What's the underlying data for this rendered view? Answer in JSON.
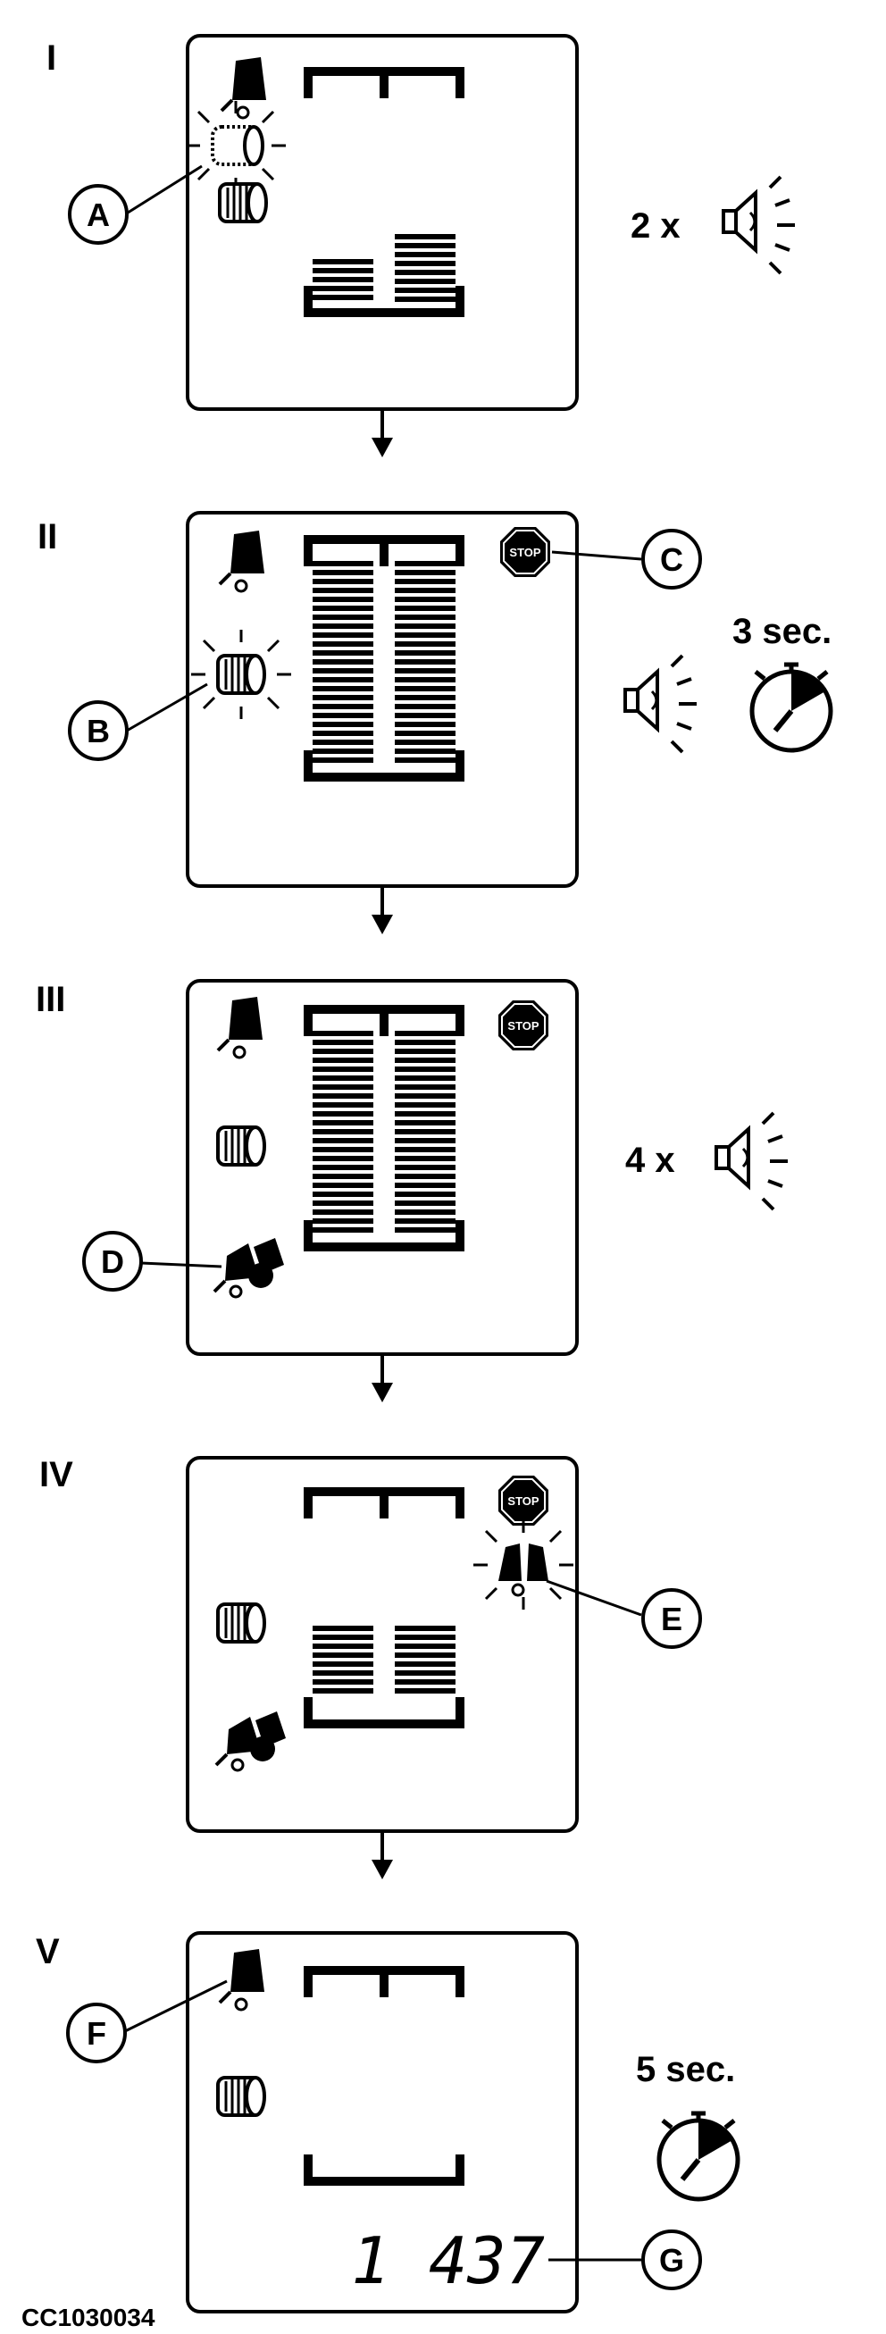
{
  "steps": [
    {
      "roman": "I",
      "callouts": [
        "A"
      ],
      "beep_label": "2 x"
    },
    {
      "roman": "II",
      "callouts": [
        "B",
        "C"
      ],
      "timer_label": "3 sec."
    },
    {
      "roman": "III",
      "callouts": [
        "D"
      ],
      "beep_label": "4 x"
    },
    {
      "roman": "IV",
      "callouts": [
        "E"
      ]
    },
    {
      "roman": "V",
      "callouts": [
        "F",
        "G"
      ],
      "timer_label": "5 sec.",
      "counter_value": "1 437"
    }
  ],
  "stop_sign_text": "STOP",
  "figure_code": "CC1030034"
}
